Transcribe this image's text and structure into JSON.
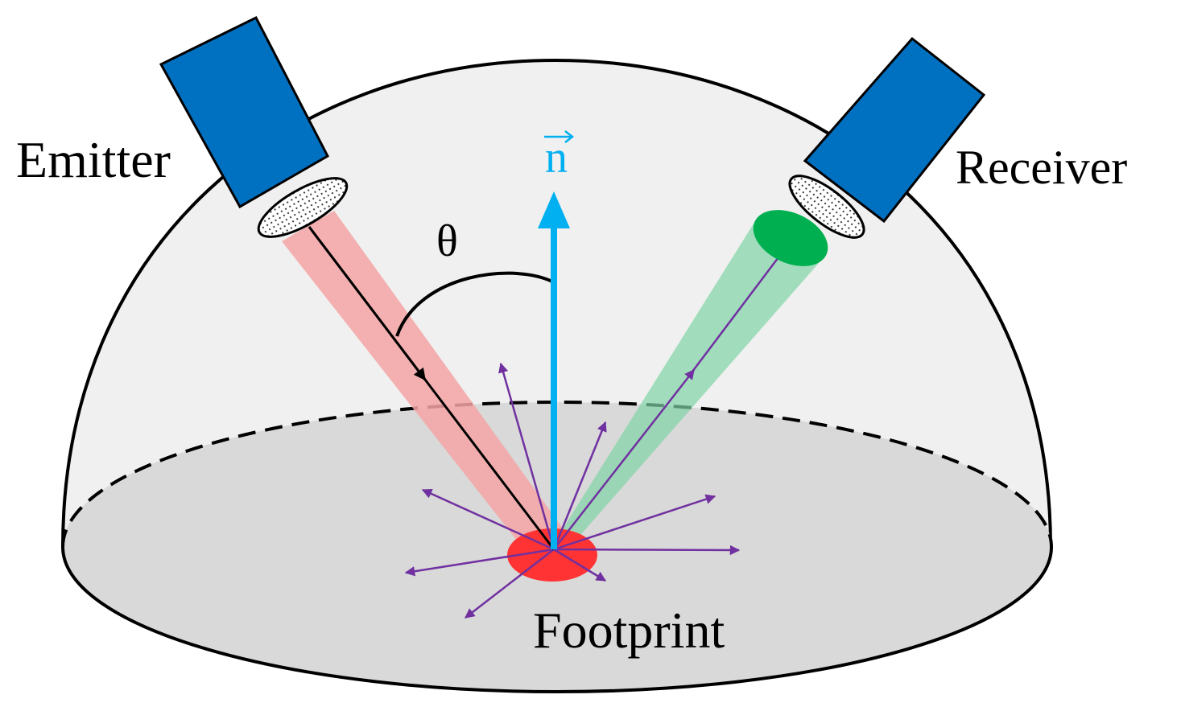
{
  "labels": {
    "emitter": "Emitter",
    "receiver": "Receiver",
    "normal": "n",
    "angle": "θ",
    "footprint": "Footprint"
  },
  "colors": {
    "dome_fill": "#f0f0f0",
    "base_fill": "#d9d9d9",
    "outline": "#000000",
    "device_fill": "#0070c0",
    "normal_arrow": "#00b0f0",
    "emit_beam": "#f4a5a5",
    "receive_beam": "#7fd4a5",
    "receive_spot": "#00b050",
    "footprint": "#ff3333",
    "scatter_arrows": "#7030a0"
  },
  "icons": {
    "emitter": "emitter-device-icon",
    "receiver": "receiver-device-icon",
    "normal": "normal-vector-arrow",
    "scatter": "scatter-arrows"
  }
}
